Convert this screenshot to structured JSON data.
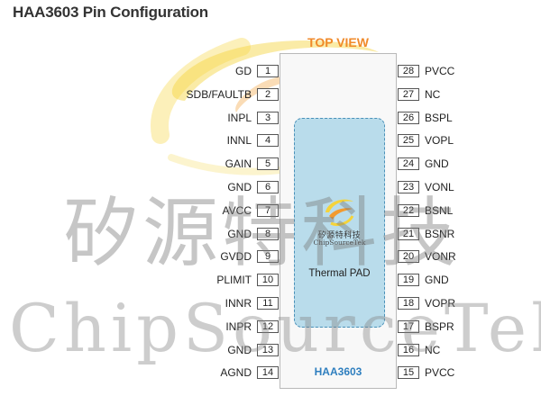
{
  "title": "HAA3603 Pin Configuration",
  "top_view_label": "TOP VIEW",
  "part_name": "HAA3603",
  "thermal_pad_label": "Thermal PAD",
  "watermark": {
    "chinese": "矽源特科技",
    "english": "ChipSourceTek"
  },
  "colors": {
    "top_view": "#f08a2a",
    "part_name": "#2f7fbf",
    "thermal_pad": "#b9dceb",
    "logo_yellow": "#f5d33a",
    "logo_orange": "#f29a2e"
  },
  "left_pins": [
    {
      "num": "1",
      "name": "GD"
    },
    {
      "num": "2",
      "name": "SDB/FAULTB"
    },
    {
      "num": "3",
      "name": "INPL"
    },
    {
      "num": "4",
      "name": "INNL"
    },
    {
      "num": "5",
      "name": "GAIN"
    },
    {
      "num": "6",
      "name": "GND"
    },
    {
      "num": "7",
      "name": "AVCC"
    },
    {
      "num": "8",
      "name": "GND"
    },
    {
      "num": "9",
      "name": "GVDD"
    },
    {
      "num": "10",
      "name": "PLIMIT"
    },
    {
      "num": "11",
      "name": "INNR"
    },
    {
      "num": "12",
      "name": "INPR"
    },
    {
      "num": "13",
      "name": "GND"
    },
    {
      "num": "14",
      "name": "AGND"
    }
  ],
  "right_pins": [
    {
      "num": "28",
      "name": "PVCC"
    },
    {
      "num": "27",
      "name": "NC"
    },
    {
      "num": "26",
      "name": "BSPL"
    },
    {
      "num": "25",
      "name": "VOPL"
    },
    {
      "num": "24",
      "name": "GND"
    },
    {
      "num": "23",
      "name": "VONL"
    },
    {
      "num": "22",
      "name": "BSNL"
    },
    {
      "num": "21",
      "name": "BSNR"
    },
    {
      "num": "20",
      "name": "VONR"
    },
    {
      "num": "19",
      "name": "GND"
    },
    {
      "num": "18",
      "name": "VOPR"
    },
    {
      "num": "17",
      "name": "BSPR"
    },
    {
      "num": "16",
      "name": "NC"
    },
    {
      "num": "15",
      "name": "PVCC"
    }
  ]
}
